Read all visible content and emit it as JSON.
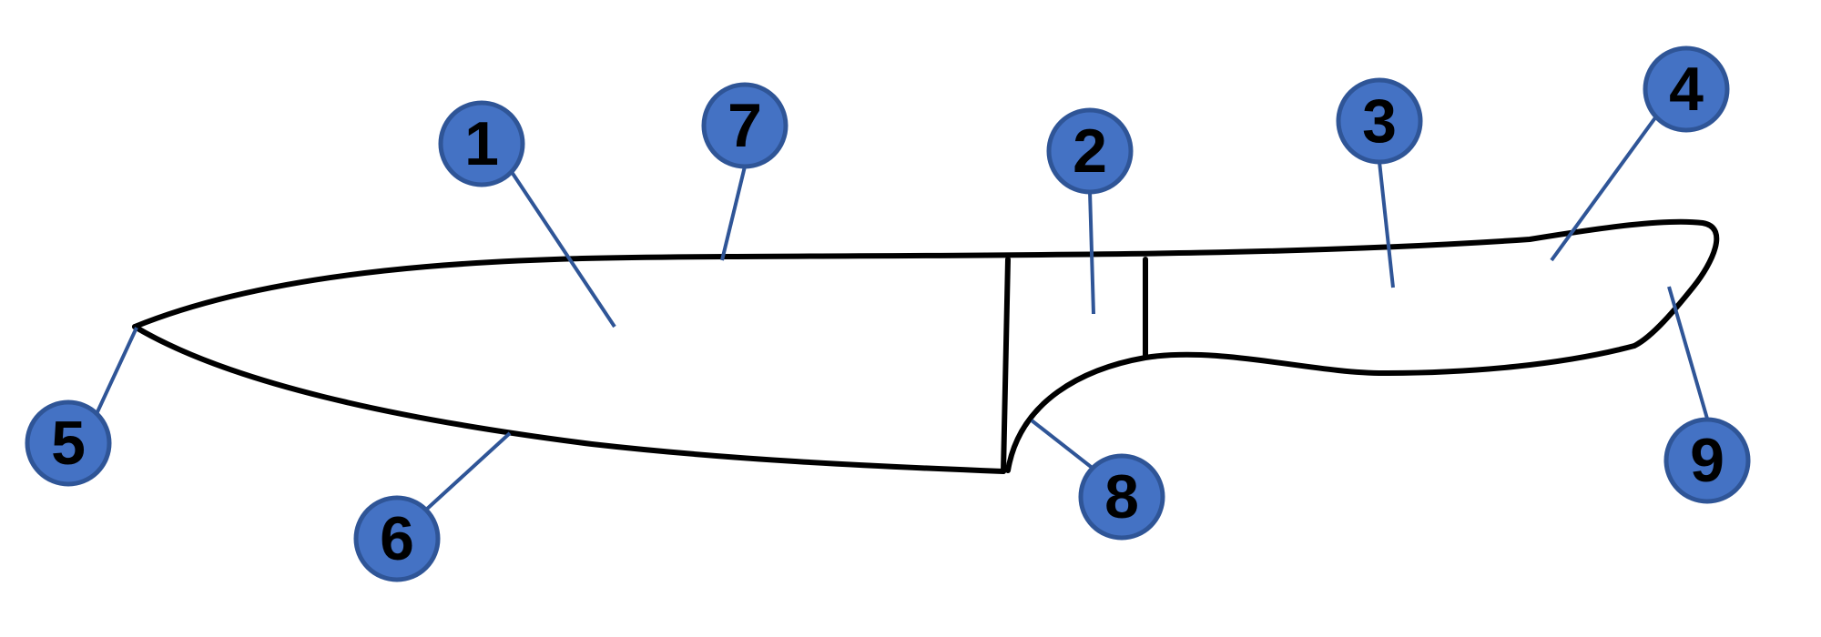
{
  "colors": {
    "outline": "#000000",
    "leader": "#2F5597",
    "badge_fill": "#4472C4",
    "badge_stroke": "#2F5597",
    "badge_text": "#000000"
  },
  "callouts": {
    "c1": "1",
    "c2": "2",
    "c3": "3",
    "c4": "4",
    "c5": "5",
    "c6": "6",
    "c7": "7",
    "c8": "8",
    "c9": "9"
  }
}
